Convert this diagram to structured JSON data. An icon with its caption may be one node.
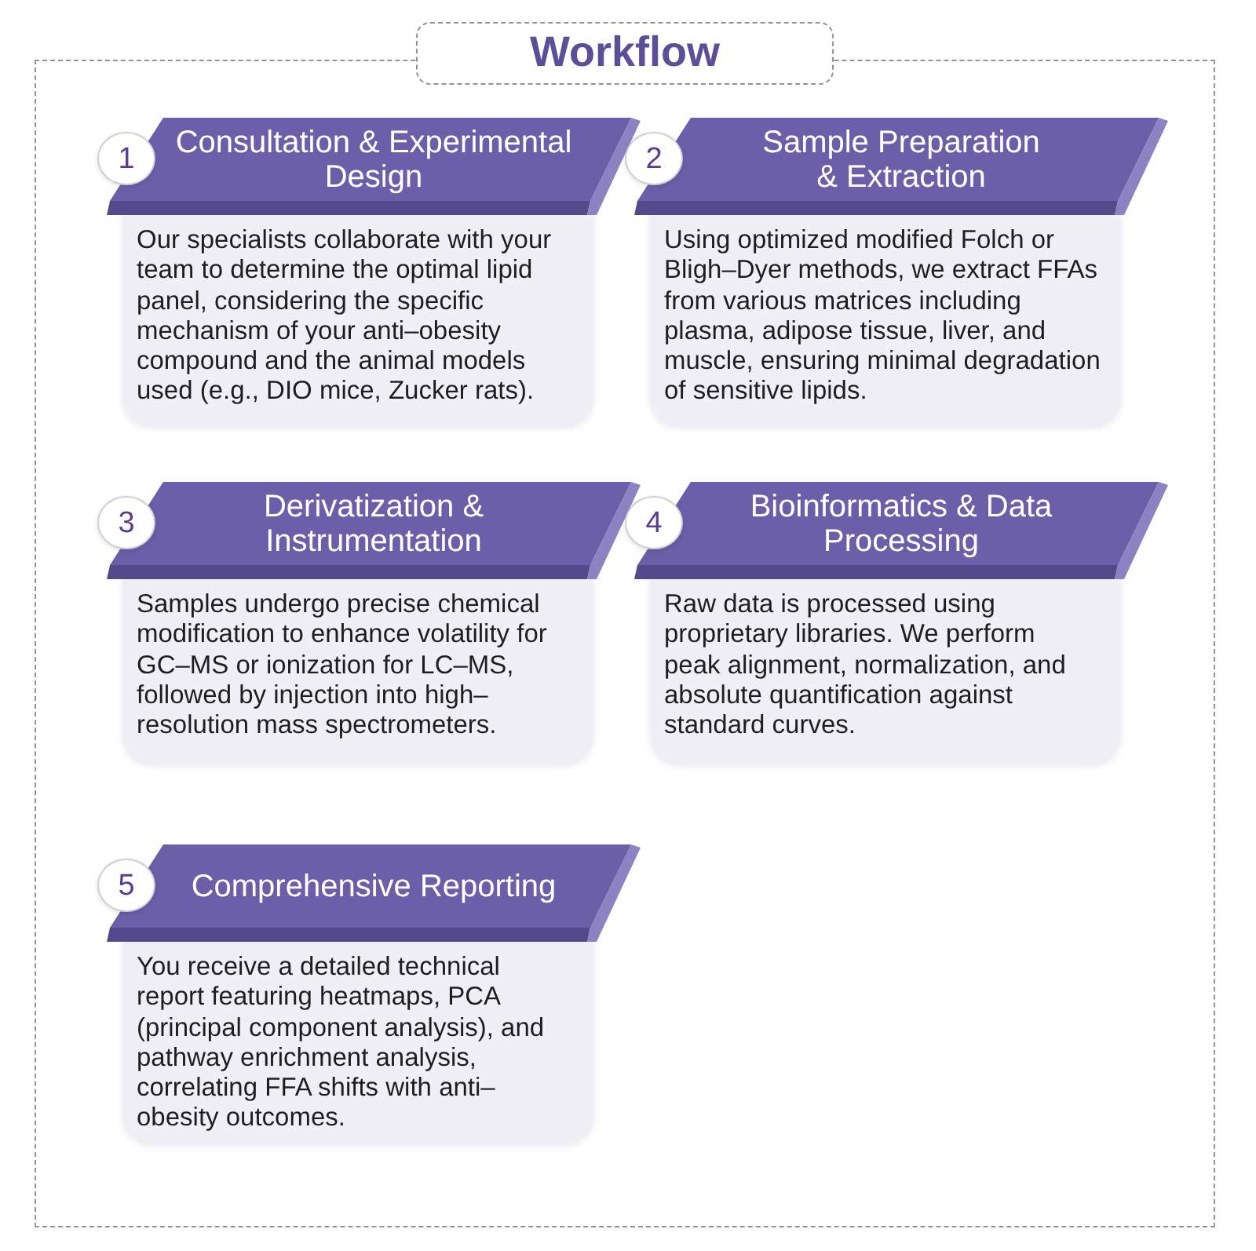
{
  "diagram": {
    "title": "Workflow",
    "nodes": [
      {
        "text": [
          "1",
          "Consultation & Experimental Design",
          "Our specialists collaborate with your team to determine the optimal lipid panel, considering the specific mechanism of your anti–obesity compound and the animal models used (e.g., DIO mice, Zucker rats)."
        ]
      },
      {
        "text": [
          "2",
          "Sample Preparation & Extraction",
          "Using optimized modified Folch or Bligh–Dyer methods, we extract FFAs from various matrices including plasma, adipose tissue, liver, and muscle, ensuring minimal degradation of sensitive lipids."
        ]
      },
      {
        "text": [
          "3",
          "Derivatization & Instrumentation",
          "Samples undergo precise chemical modification to enhance volatility for GC–MS or ionization for LC–MS, followed by injection into high–resolution mass spectrometers."
        ]
      },
      {
        "text": [
          "4",
          "Bioinformatics & Data Processing",
          "Raw data is processed using proprietary libraries. We perform peak alignment, normalization, and absolute quantification against standard curves."
        ]
      },
      {
        "text": [
          "5",
          "Comprehensive Reporting",
          "You receive a detailed technical report featuring heatmaps, PCA (principal component analysis), and pathway enrichment analysis, correlating FFA shifts with anti–obesity outcomes."
        ]
      }
    ]
  }
}
